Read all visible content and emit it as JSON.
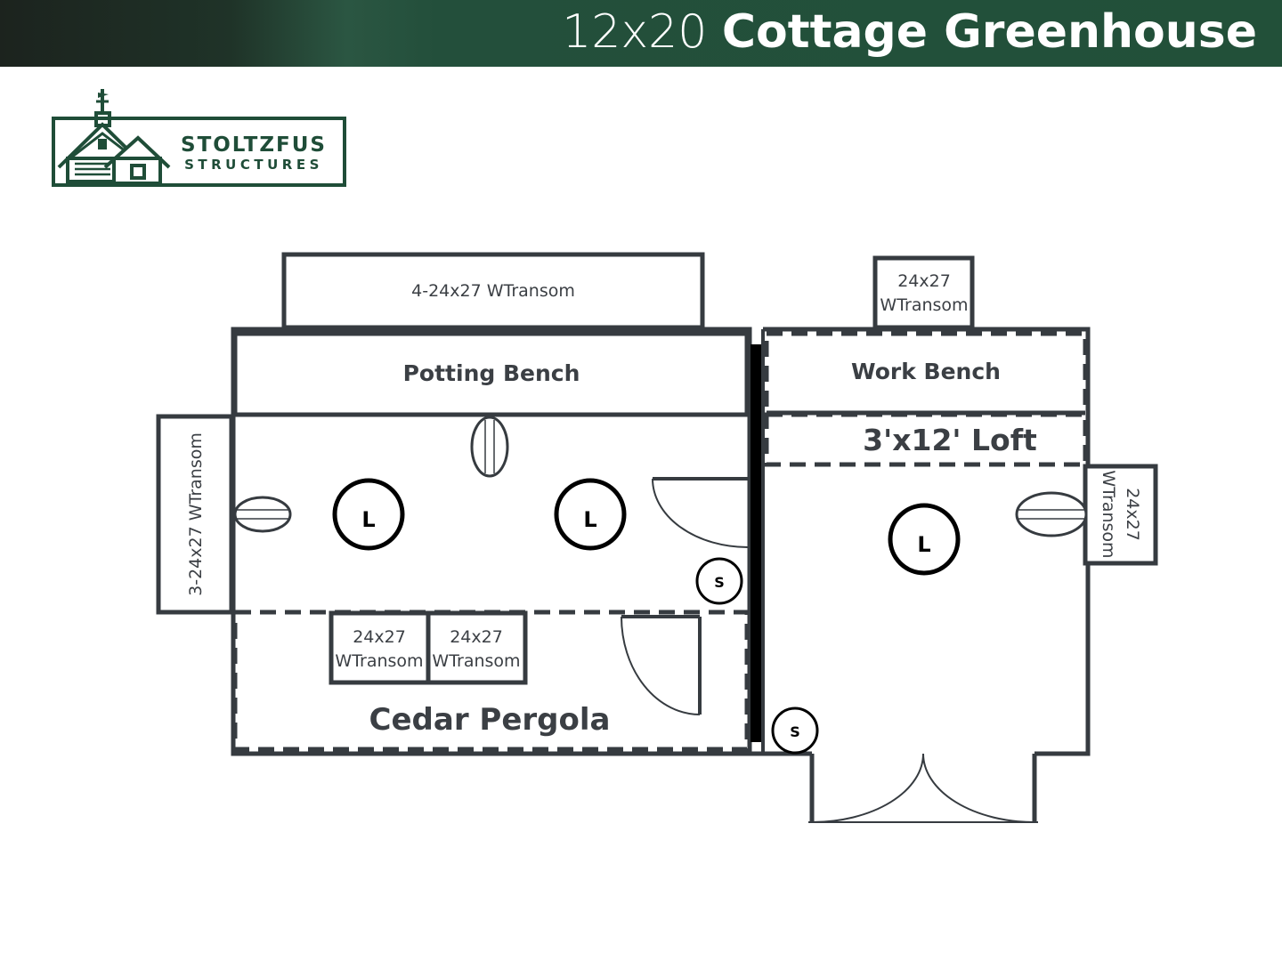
{
  "header": {
    "size": "12x20",
    "name": "Cottage Greenhouse",
    "background": "#225039"
  },
  "logo": {
    "line1": "STOLTZFUS",
    "line2": "STRUCTURES",
    "color": "#1f4d38"
  },
  "floorplan": {
    "line_color": "#363b40",
    "top_transom": "4-24x27 WTransom",
    "right_top_transom": [
      "24x27",
      "WTransom"
    ],
    "left_transom": "3-24x27 WTransom",
    "right_side_transom": [
      "24x27",
      "WTransom"
    ],
    "potting_bench": "Potting Bench",
    "work_bench": "Work Bench",
    "loft": "3'x12' Loft",
    "cedar_pergola": "Cedar Pergola",
    "pergola_transom_1": [
      "24x27",
      "WTransom"
    ],
    "pergola_transom_2": [
      "24x27",
      "WTransom"
    ],
    "light_label": "L",
    "switch_label": "S"
  }
}
